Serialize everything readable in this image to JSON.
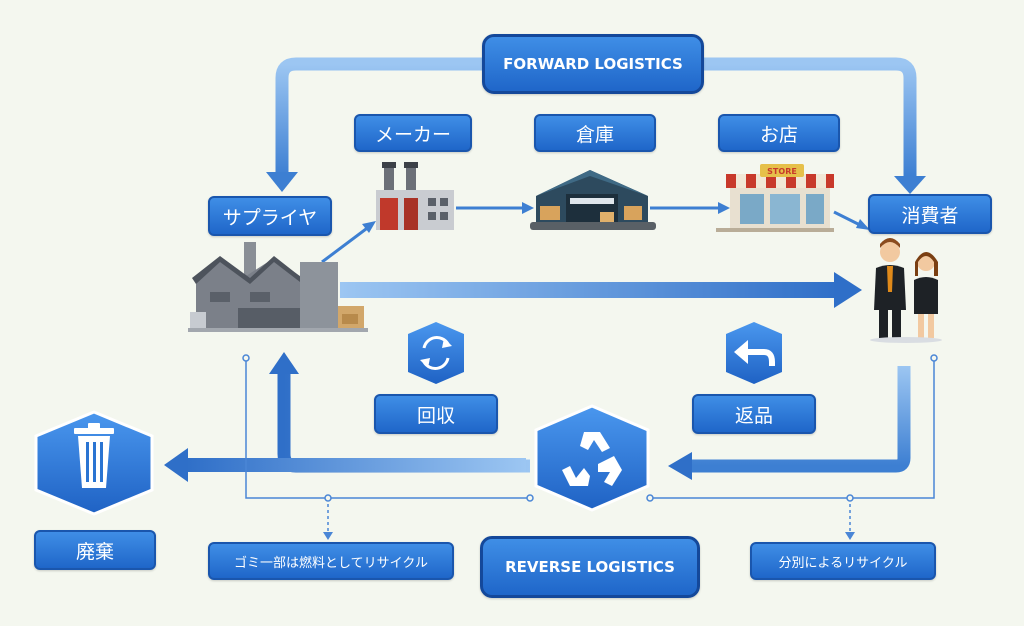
{
  "diagram": {
    "forward_title": "FORWARD LOGISTICS",
    "reverse_title": "REVERSE LOGISTICS",
    "nodes": {
      "supplier": "サプライヤ",
      "manufacturer": "メーカー",
      "warehouse": "倉庫",
      "store": "お店",
      "consumer": "消費者",
      "collection": "回収",
      "returns": "返品",
      "disposal": "廃棄"
    },
    "notes": {
      "fuel_recycle": "ゴミ一部は燃料としてリサイクル",
      "sorted_recycle": "分別によるリサイクル"
    },
    "store_sign": "STORE",
    "icons": [
      "recycle-loop-icon",
      "return-arrow-icon",
      "recycle-icon",
      "trash-bin-icon"
    ],
    "colors": {
      "label_blue": "#2a7ad8",
      "arrow_blue": "#3d7fd2",
      "arrow_light": "#7fb2ec",
      "hexagon_blue": "#2f80dd",
      "background": "#f4f7ef"
    }
  }
}
